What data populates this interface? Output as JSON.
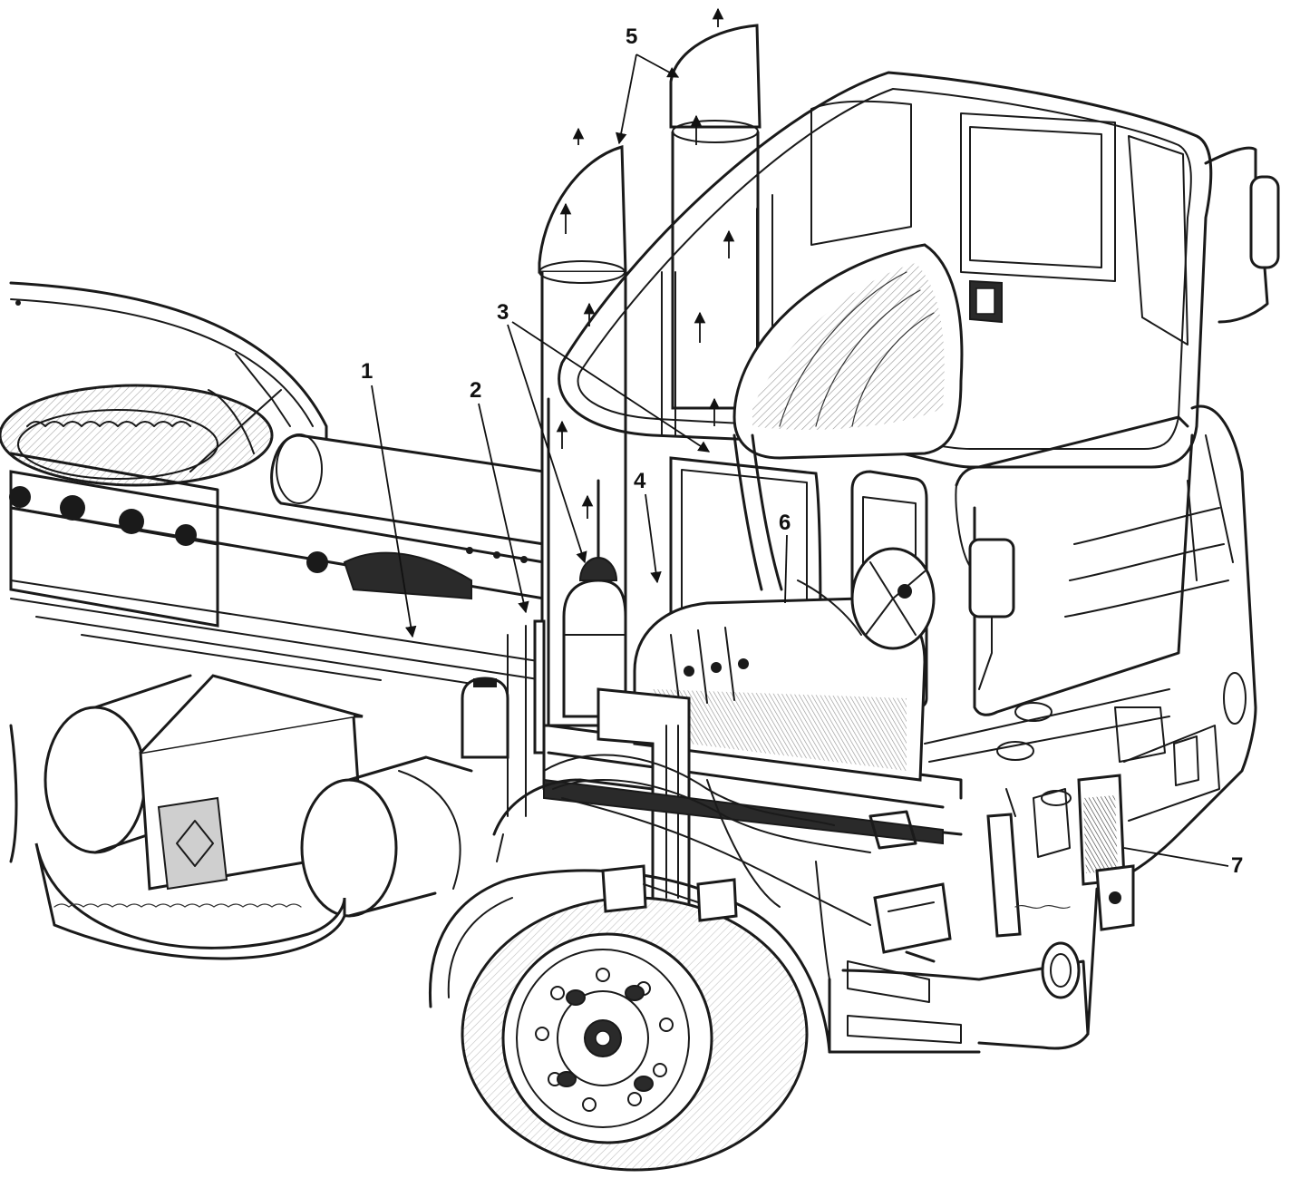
{
  "colors": {
    "ink": "#1a1a1a",
    "paper": "#ffffff",
    "shade": "#cfcfcf"
  },
  "callouts": {
    "c1": {
      "label": "1"
    },
    "c2": {
      "label": "2"
    },
    "c3": {
      "label": "3"
    },
    "c4": {
      "label": "4"
    },
    "c5": {
      "label": "5"
    },
    "c6": {
      "label": "6"
    },
    "c7": {
      "label": "7"
    }
  }
}
